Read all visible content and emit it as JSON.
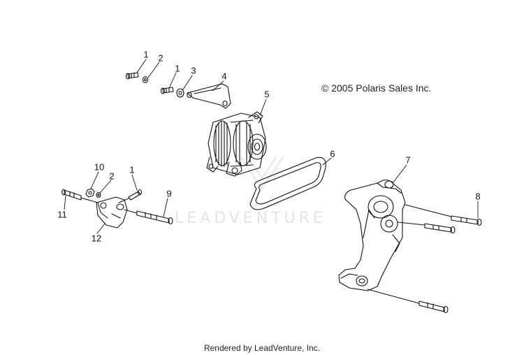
{
  "copyright": "© 2005 Polaris Sales Inc.",
  "footer": "Rendered by LeadVenture, Inc.",
  "watermark": "LEADVENTURE",
  "callouts": {
    "c1a": "1",
    "c2a": "2",
    "c1b": "1",
    "c3": "3",
    "c4": "4",
    "c5": "5",
    "c6": "6",
    "c7": "7",
    "c8": "8",
    "c9": "9",
    "c10": "10",
    "c2b": "2",
    "c1c": "1",
    "c11": "11",
    "c12": "12"
  }
}
